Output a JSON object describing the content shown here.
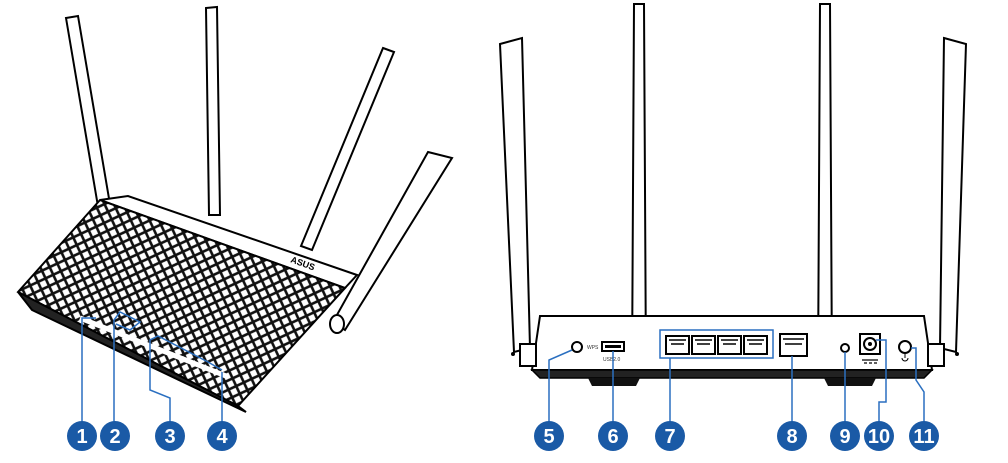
{
  "colors": {
    "callout": "#1a5aa6",
    "leader": "#2a6fc0",
    "body": "#111111",
    "outline": "#000000",
    "background": "#ffffff"
  },
  "front_view": {
    "brand_label": "ASUS"
  },
  "rear_view": {
    "wps_label": "WPS",
    "usb_label": "USB2.0"
  },
  "callouts": {
    "c1": "1",
    "c2": "2",
    "c3": "3",
    "c4": "4",
    "c5": "5",
    "c6": "6",
    "c7": "7",
    "c8": "8",
    "c9": "9",
    "c10": "10",
    "c11": "11"
  }
}
